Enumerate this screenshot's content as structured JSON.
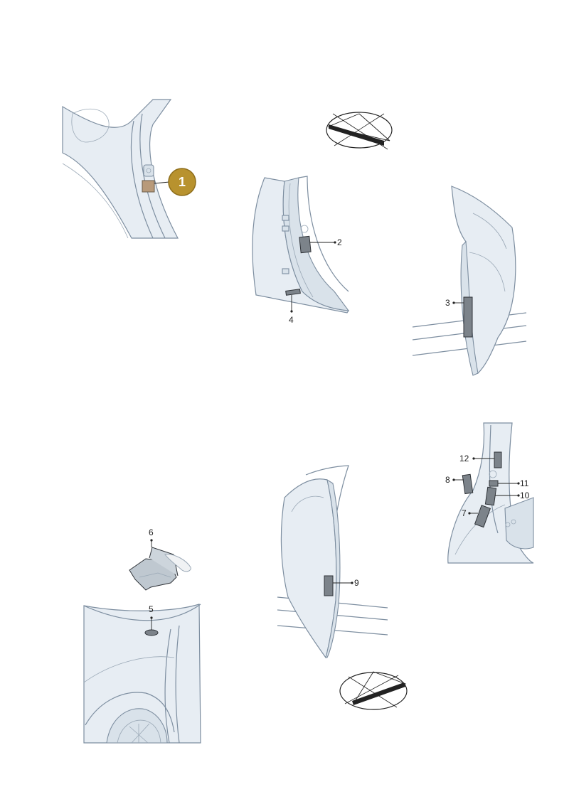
{
  "callouts": {
    "c1": "1",
    "c2": "2",
    "c3": "3",
    "c4": "4",
    "c5": "5",
    "c6": "6",
    "c7": "7",
    "c8": "8",
    "c9": "9",
    "c10": "10",
    "c11": "11",
    "c12": "12"
  },
  "colors": {
    "badge": "#b8922e",
    "panel_fill": "#e7edf3",
    "outline": "#7d8ea0",
    "part_fill": "#7c838a",
    "ink": "#222222"
  },
  "icons": [
    "view-direction-icon",
    "view-direction-icon"
  ]
}
